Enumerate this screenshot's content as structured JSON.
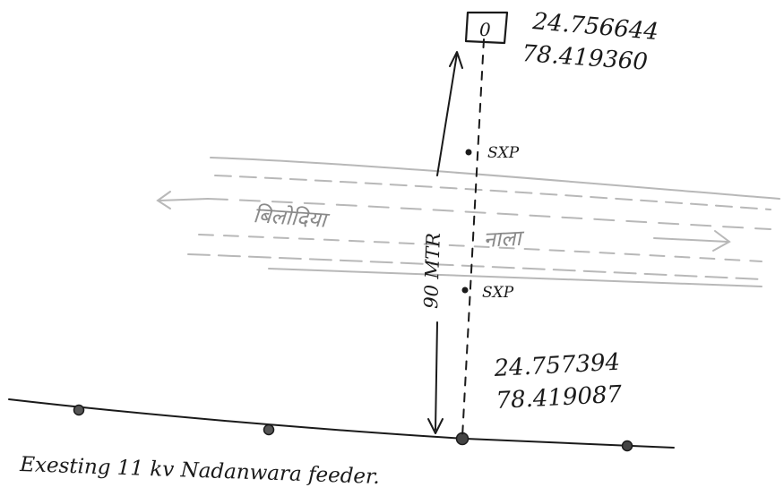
{
  "pole_box_label": "0",
  "top_coordinates": {
    "lat": "24.756644",
    "lon": "78.419360"
  },
  "bottom_coordinates": {
    "lat": "24.757394",
    "lon": "78.419087"
  },
  "marker_upper": "SXP",
  "marker_lower": "SXP",
  "distance_label": "90 MTR",
  "river_left_text": "बिलोदिया",
  "river_right_text": "नाला",
  "feeder_caption": "Exesting 11 kv Nadanwara feeder.",
  "colors": {
    "ink": "#1a1a1a",
    "faint_ink": "#8a8a8a",
    "pole": "#555555",
    "paper": "#ffffff"
  }
}
